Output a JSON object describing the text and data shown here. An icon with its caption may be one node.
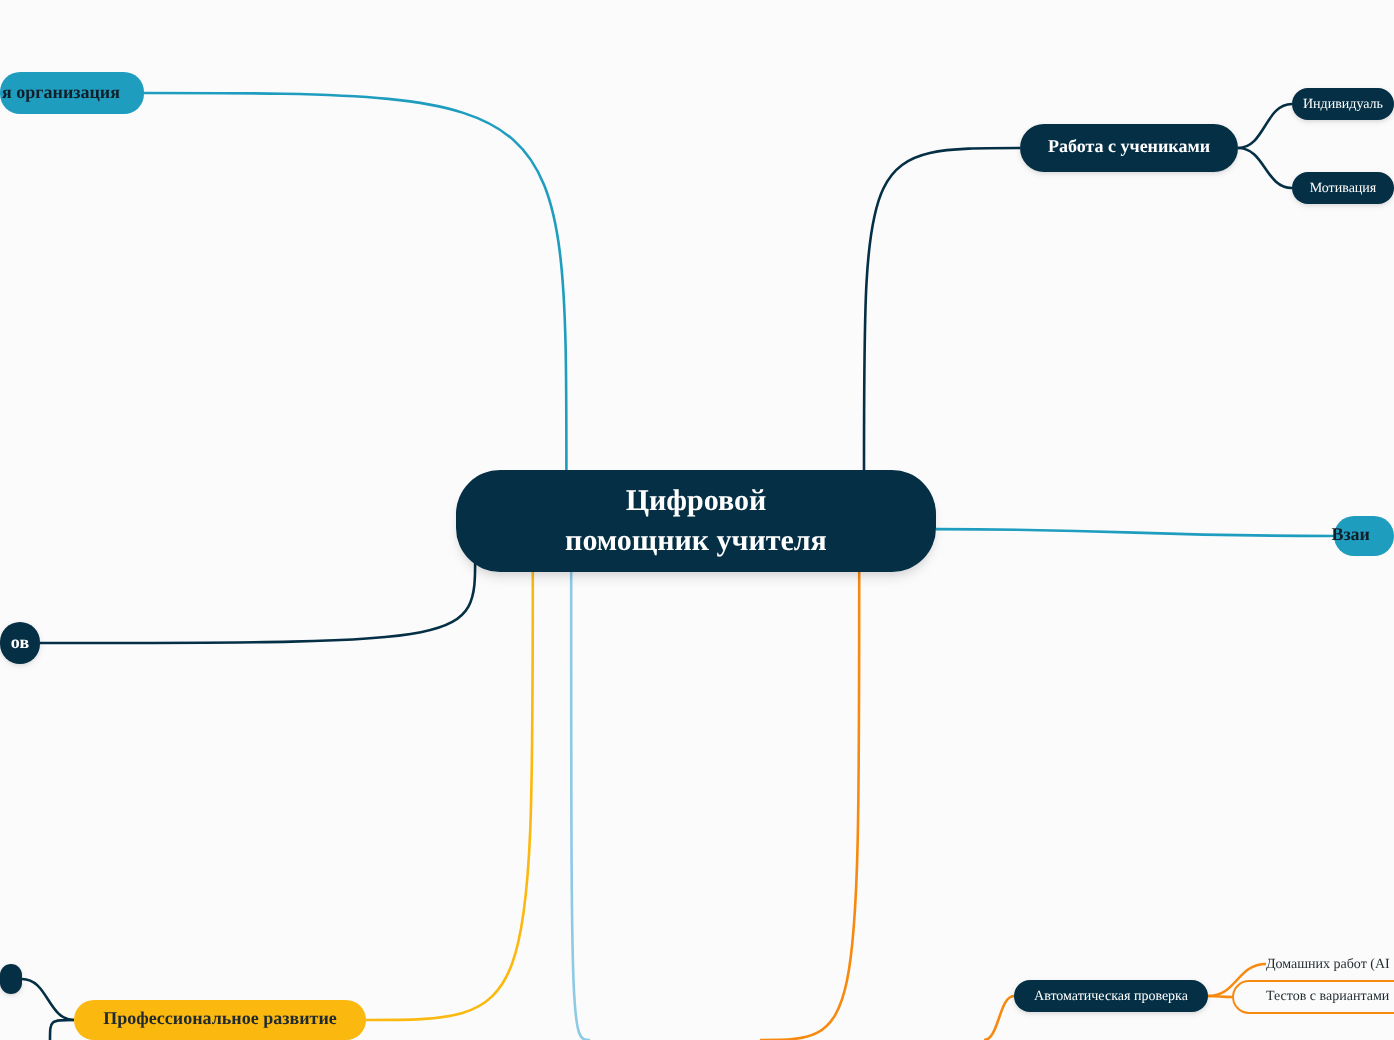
{
  "diagram": {
    "nodes": [
      {
        "text": [
          "Цифровой помощник учителя"
        ]
      },
      {
        "text": [
          "я организация"
        ]
      },
      {
        "text": [
          "Работа с учениками"
        ]
      },
      {
        "text": [
          "Индивидуаль"
        ]
      },
      {
        "text": [
          "Мотивация"
        ]
      },
      {
        "text": [
          "ов"
        ]
      },
      {
        "text": [
          "Взаи"
        ]
      },
      {
        "text": [],
        "shape": "box"
      },
      {
        "text": [
          "Профессиональное развитие"
        ]
      },
      {
        "text": [
          "Автоматическая проверка"
        ]
      },
      {
        "text": [
          "Домашних работ (AI"
        ]
      },
      {
        "text": [
          "Тестов с вариантами"
        ]
      }
    ],
    "edges": [
      {
        "from": 0,
        "to": 1,
        "arrow": "none",
        "color": "#1f9dbf"
      },
      {
        "from": 0,
        "to": 2,
        "arrow": "none"
      },
      {
        "from": 2,
        "to": 3,
        "arrow": "none"
      },
      {
        "from": 2,
        "to": 4,
        "arrow": "none"
      },
      {
        "from": 0,
        "to": 5,
        "arrow": "none"
      },
      {
        "from": 0,
        "to": 6,
        "arrow": "none",
        "color": "#1f9dbf"
      },
      {
        "from": 0,
        "to": 8,
        "arrow": "none",
        "color": "#fbb80f"
      },
      {
        "from": 8,
        "to": 7,
        "arrow": "none"
      },
      {
        "from": 8,
        "to": null,
        "arrow": "none"
      },
      {
        "from": 0,
        "to": null,
        "arrow": "none",
        "color": "#8ecae6"
      },
      {
        "from": 0,
        "to": null,
        "arrow": "none",
        "color": "#f7890f"
      },
      {
        "from": 9,
        "to": null,
        "arrow": "none",
        "color": "#f7890f"
      },
      {
        "from": 9,
        "to": 10,
        "arrow": "none",
        "color": "#f7890f"
      },
      {
        "from": 9,
        "to": 11,
        "arrow": "none",
        "color": "#f7890f"
      }
    ]
  }
}
